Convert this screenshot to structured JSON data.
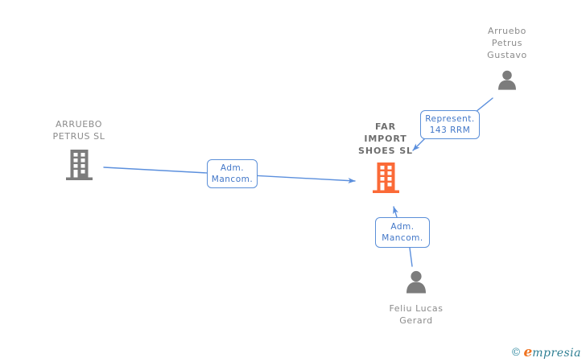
{
  "colors": {
    "edge_blue": "#5b8fdd",
    "box_border_blue": "#5b8fd8",
    "box_text_blue": "#4277c8",
    "label_gray": "#8b8b8b",
    "label_dark_gray": "#6e6e6e",
    "icon_gray": "#7c7c7c",
    "company_orange": "#fb6a37",
    "logo_teal": "#2f89a0",
    "logo_orange": "#ef7422"
  },
  "nodes": {
    "arruebo_gustavo": {
      "type": "person",
      "lines": [
        "Arruebo",
        "Petrus",
        "Gustavo"
      ]
    },
    "arruebo_sl": {
      "type": "company",
      "lines": [
        "ARRUEBO",
        "PETRUS SL"
      ]
    },
    "far_import": {
      "type": "company",
      "lines": [
        "FAR",
        "IMPORT",
        "SHOES SL"
      ]
    },
    "feliu": {
      "type": "person",
      "lines": [
        "Feliu Lucas",
        "Gerard"
      ]
    }
  },
  "edge_labels": {
    "represent": {
      "lines": [
        "Represent.",
        "143 RRM"
      ]
    },
    "adm_mancom_left": {
      "lines": [
        "Adm.",
        "Mancom."
      ]
    },
    "adm_mancom_bottom": {
      "lines": [
        "Adm.",
        "Mancom."
      ]
    }
  },
  "edges": [
    {
      "from": "arruebo_sl",
      "to": "far_import",
      "label": "Adm. Mancom."
    },
    {
      "from": "arruebo_gustavo",
      "to": "far_import",
      "label": "Represent. 143 RRM"
    },
    {
      "from": "feliu",
      "to": "far_import",
      "label": "Adm. Mancom."
    }
  ],
  "watermark": {
    "copyright": "©",
    "brand_initial": "e",
    "brand_rest": "mpresia"
  }
}
